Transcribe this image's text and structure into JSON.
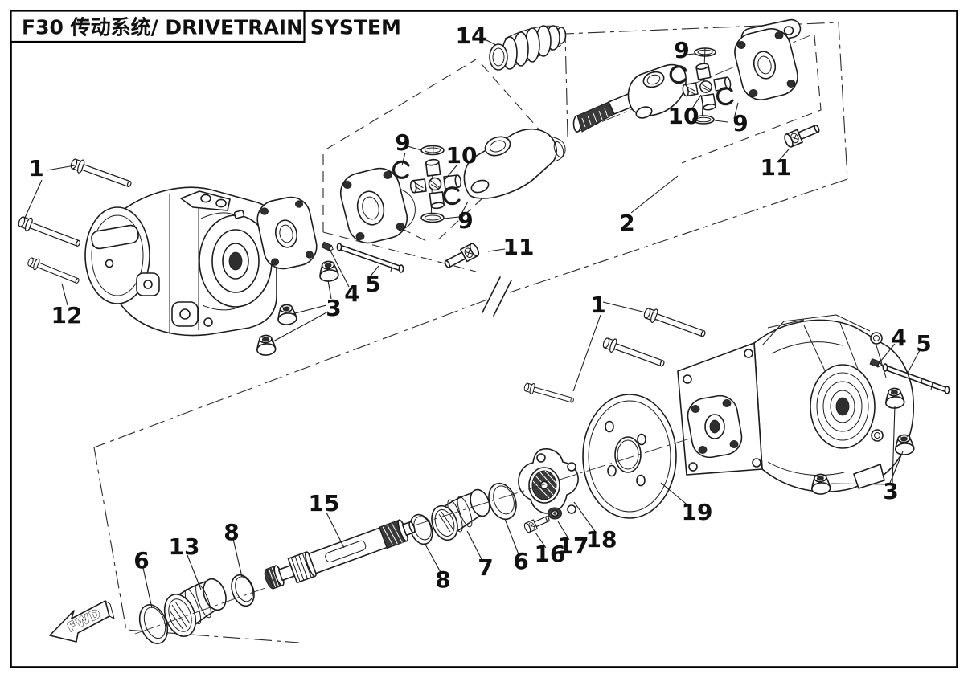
{
  "title": {
    "text": "F30 传动系统/ DRIVETRAIN SYSTEM"
  },
  "orientation": {
    "fwd_label": "FWD"
  },
  "diagram": {
    "type": "exploded-parts-diagram",
    "part_numbers_shown": [
      "1",
      "2",
      "3",
      "4",
      "5",
      "6",
      "7",
      "8",
      "9",
      "10",
      "11",
      "12",
      "13",
      "14",
      "15",
      "16",
      "17",
      "18",
      "19"
    ]
  },
  "callouts": {
    "n1_left": "1",
    "n1_right": "1",
    "n2": "2",
    "n3_left": "3",
    "n3_right": "3",
    "n4_left": "4",
    "n4_right": "4",
    "n5_left": "5",
    "n5_right": "5",
    "n6_left": "6",
    "n6_right": "6",
    "n7": "7",
    "n8_left": "8",
    "n8_right": "8",
    "n9_left_top": "9",
    "n9_left_bottom": "9",
    "n9_right_top": "9",
    "n9_right_bottom": "9",
    "n10_left": "10",
    "n10_right": "10",
    "n11_mid": "11",
    "n11_right": "11",
    "n12": "12",
    "n13": "13",
    "n14": "14",
    "n15": "15",
    "n16": "16",
    "n17": "17",
    "n18": "18",
    "n19": "19"
  }
}
